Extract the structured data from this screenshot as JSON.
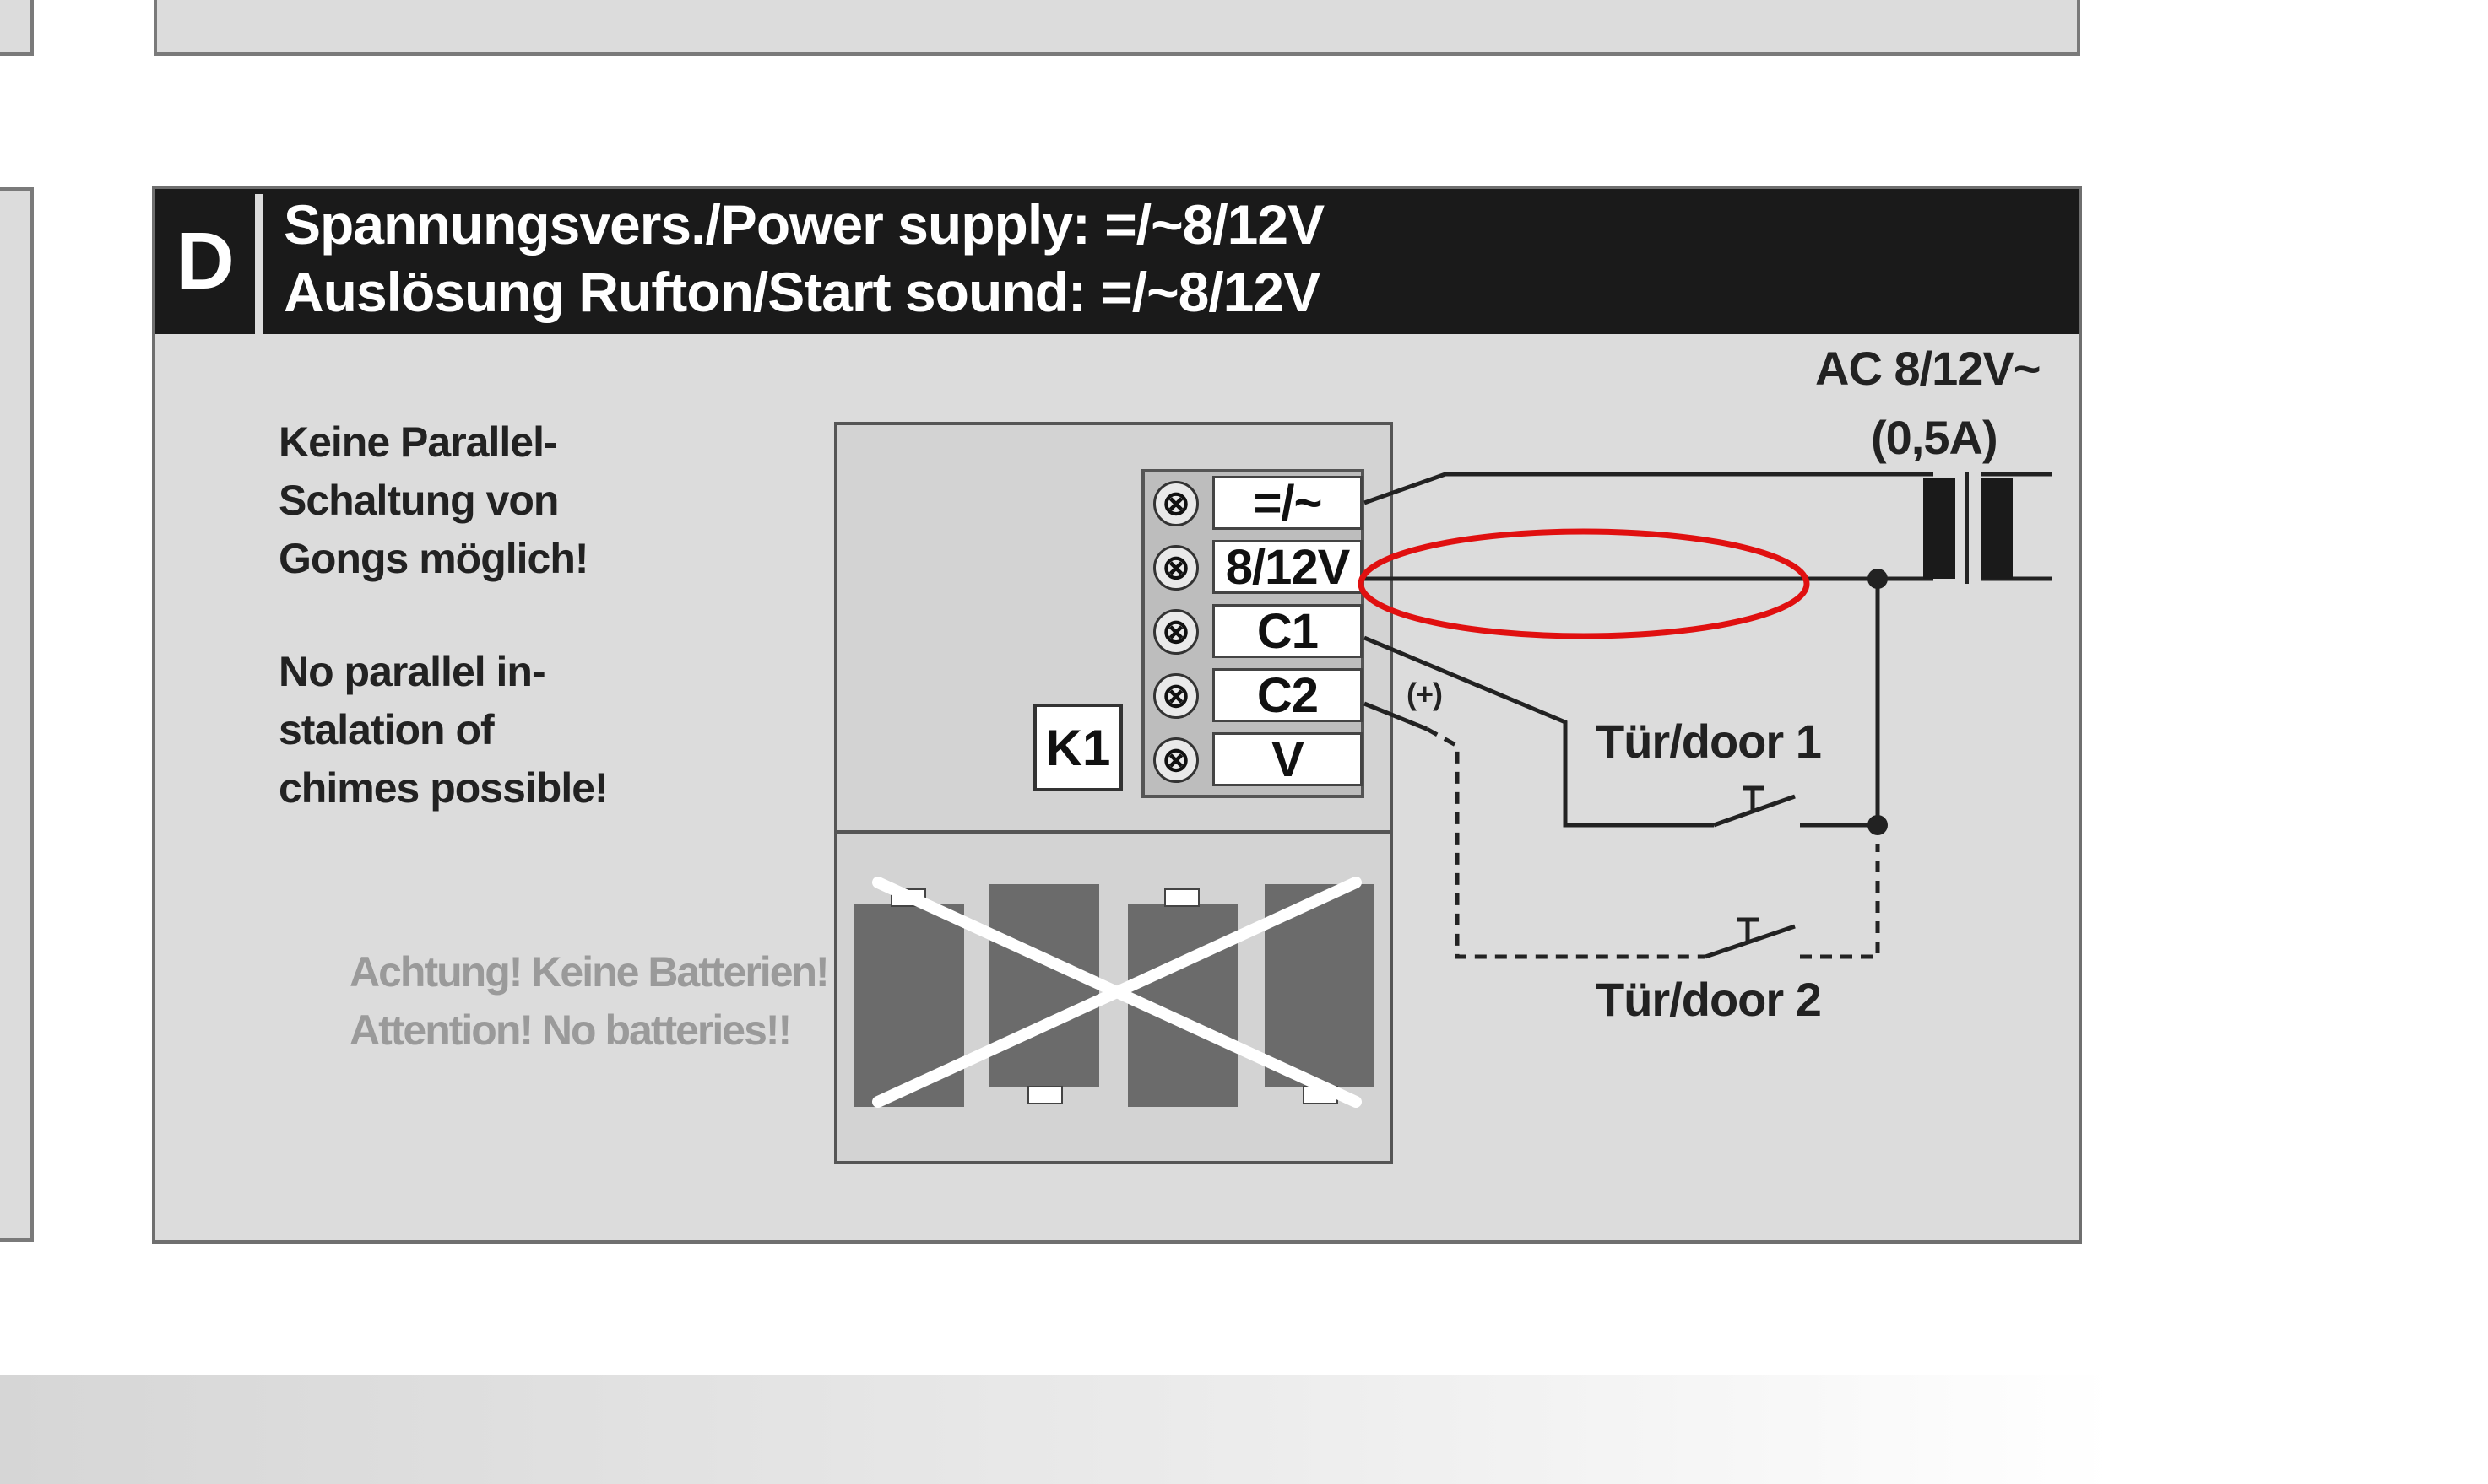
{
  "header": {
    "section_letter": "D",
    "line1": "Spannungsvers./Power supply:  =/~8/12V",
    "line2": "Auslösung Rufton/Start sound:  =/~8/12V"
  },
  "notes": {
    "german": [
      "Keine Parallel-",
      "Schaltung von",
      "Gongs möglich!"
    ],
    "english": [
      "No parallel in-",
      "stalation of",
      "chimes possible!"
    ]
  },
  "warning": {
    "line1": "Achtung! Keine Batterien!",
    "line2": "Attention! No batteries!!"
  },
  "terminals": [
    "=/~",
    "8/12V",
    "C1",
    "C2",
    "V"
  ],
  "relay_label": "K1",
  "transformer": {
    "label": "AC 8/12V~",
    "rating": "(0,5A)"
  },
  "switches": {
    "door1": "Tür/door 1",
    "door2": "Tür/door 2",
    "optional_mark": "(+)"
  },
  "highlight_color": "#e01010"
}
